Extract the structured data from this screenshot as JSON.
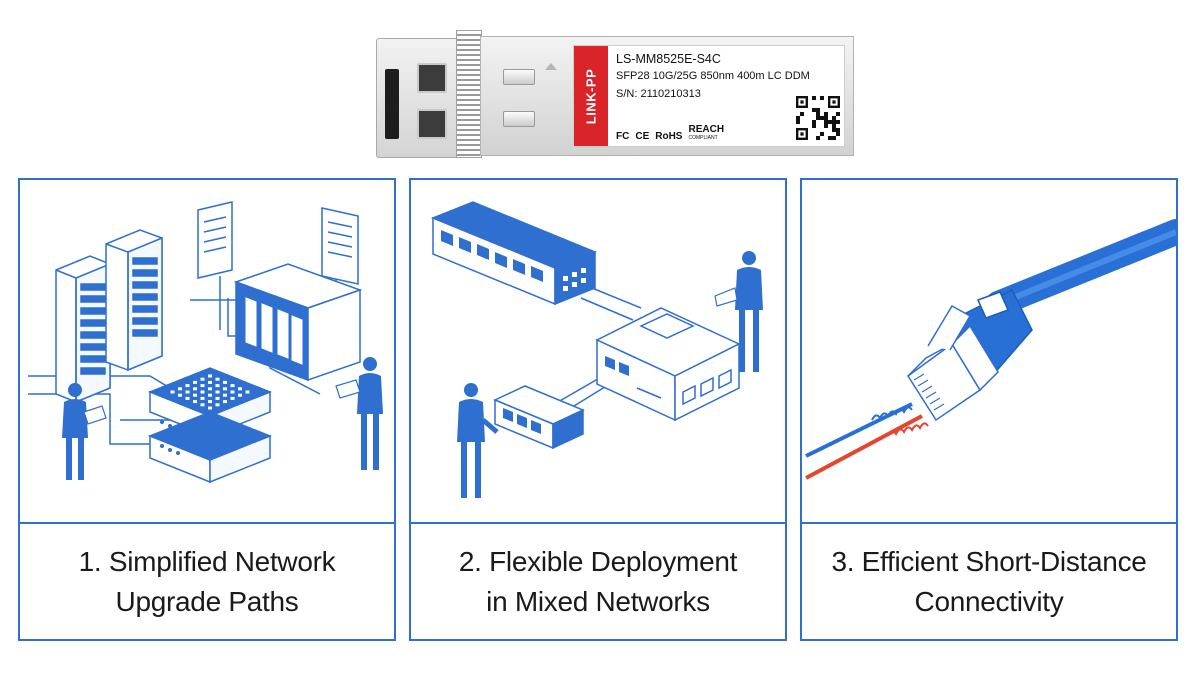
{
  "module": {
    "brand": "LINK-PP",
    "model": "LS-MM8525E-S4C",
    "spec": "SFP28 10G/25G 850nm 400m LC DDM",
    "serial": "S/N: 2110210313",
    "certs": {
      "fc": "FC",
      "ce": "CE",
      "rohs": "RoHS",
      "reach": "REACH",
      "reach_sub": "COMPLIANT"
    },
    "label_color": "#d9252a"
  },
  "panels": [
    {
      "caption_line1": "1. Simplified Network",
      "caption_line2": "Upgrade Paths"
    },
    {
      "caption_line1": "2. Flexible Deployment",
      "caption_line2": "in Mixed Networks"
    },
    {
      "caption_line1": "3. Efficient Short-Distance",
      "caption_line2": "Connectivity"
    }
  ],
  "colors": {
    "accent": "#2f6fd0",
    "cable_blue": "#2870d6",
    "wire_red": "#e5452c"
  }
}
